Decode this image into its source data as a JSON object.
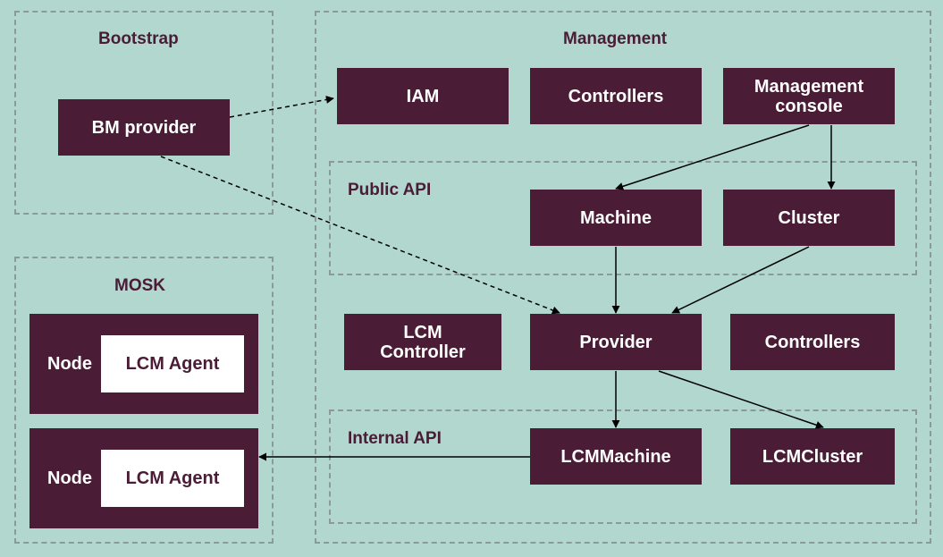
{
  "groups": {
    "bootstrap": "Bootstrap",
    "management": "Management",
    "public_api": "Public API",
    "internal_api": "Internal API",
    "mosk": "MOSK"
  },
  "boxes": {
    "bm_provider": "BM provider",
    "iam": "IAM",
    "controllers_top": "Controllers",
    "management_console_line1": "Management",
    "management_console_line2": "console",
    "machine": "Machine",
    "cluster": "Cluster",
    "lcm_controller_line1": "LCM",
    "lcm_controller_line2": "Controller",
    "provider": "Provider",
    "controllers_mid": "Controllers",
    "lcm_machine": "LCMMachine",
    "lcm_cluster": "LCMCluster"
  },
  "mosk_nodes": [
    {
      "node": "Node",
      "agent": "LCM Agent"
    },
    {
      "node": "Node",
      "agent": "LCM Agent"
    }
  ],
  "colors": {
    "background": "#b1d7cf",
    "box": "#4a1c36",
    "dashed_border": "#8a9a96"
  }
}
